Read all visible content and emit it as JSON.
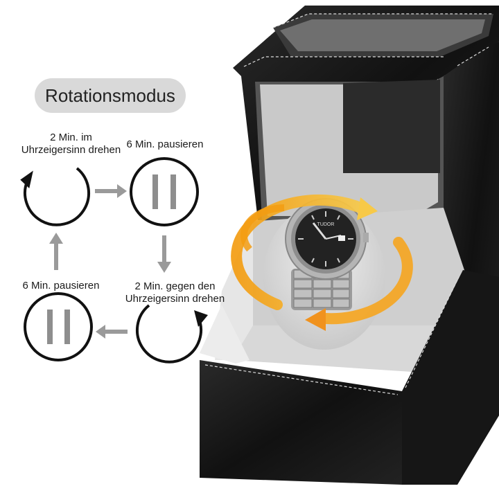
{
  "title": "Rotationsmodus",
  "steps": [
    {
      "text_line1": "2 Min. im",
      "text_line2": "Uhrzeigersinn drehen",
      "icon": "clockwise-arrow-icon"
    },
    {
      "text": "6 Min. pausieren",
      "icon": "pause-icon"
    },
    {
      "text_line1": "2 Min. gegen den",
      "text_line2": "Uhrzeigersinn drehen",
      "icon": "counterclockwise-arrow-icon"
    },
    {
      "text": "6 Min. pausieren",
      "icon": "pause-icon"
    }
  ],
  "product": {
    "watch_brand": "TUDOR"
  },
  "colors": {
    "arrow_gray": "#9a9a9a",
    "rotation_orange": "#f5a623",
    "box_black": "#1b1b1b",
    "cushion_gray": "#d8d8d8"
  }
}
